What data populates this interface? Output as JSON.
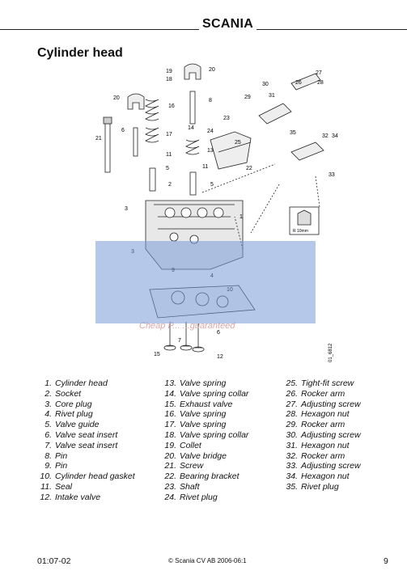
{
  "header": {
    "brand": "SCANIA"
  },
  "page": {
    "title": "Cylinder head"
  },
  "figure": {
    "callouts": [
      "19",
      "18",
      "20",
      "16",
      "8",
      "17",
      "14",
      "24",
      "23",
      "25",
      "13",
      "11",
      "21",
      "6",
      "5",
      "2",
      "3",
      "1",
      "5",
      "3",
      "9",
      "4",
      "10",
      "7",
      "6",
      "15",
      "12",
      "29",
      "31",
      "30",
      "26",
      "27",
      "28",
      "35",
      "32",
      "34",
      "33",
      "22",
      "11",
      "20"
    ],
    "detail_label": "R 10mm",
    "reference": "01_6812",
    "watermark_text": "Cheap P... ...guaranteed"
  },
  "parts_list": {
    "col1": [
      {
        "num": "1.",
        "name": "Cylinder head"
      },
      {
        "num": "2.",
        "name": "Socket"
      },
      {
        "num": "3.",
        "name": "Core plug"
      },
      {
        "num": "4.",
        "name": "Rivet plug"
      },
      {
        "num": "5.",
        "name": "Valve guide"
      },
      {
        "num": "6.",
        "name": "Valve seat insert"
      },
      {
        "num": "7.",
        "name": "Valve seat insert"
      },
      {
        "num": "8.",
        "name": "Pin"
      },
      {
        "num": "9.",
        "name": "Pin"
      },
      {
        "num": "10.",
        "name": "Cylinder head gasket"
      },
      {
        "num": "11.",
        "name": "Seal"
      },
      {
        "num": "12.",
        "name": "Intake valve"
      }
    ],
    "col2": [
      {
        "num": "13.",
        "name": "Valve spring"
      },
      {
        "num": "14.",
        "name": "Valve spring collar"
      },
      {
        "num": "15.",
        "name": "Exhaust valve"
      },
      {
        "num": "16.",
        "name": "Valve spring"
      },
      {
        "num": "17.",
        "name": "Valve spring"
      },
      {
        "num": "18.",
        "name": "Valve spring collar"
      },
      {
        "num": "19.",
        "name": "Collet"
      },
      {
        "num": "20.",
        "name": "Valve bridge"
      },
      {
        "num": "21.",
        "name": "Screw"
      },
      {
        "num": "22.",
        "name": "Bearing bracket"
      },
      {
        "num": "23.",
        "name": "Shaft"
      },
      {
        "num": "24.",
        "name": "Rivet plug"
      }
    ],
    "col3": [
      {
        "num": "25.",
        "name": "Tight-fit screw"
      },
      {
        "num": "26.",
        "name": "Rocker arm"
      },
      {
        "num": "27.",
        "name": "Adjusting screw"
      },
      {
        "num": "28.",
        "name": "Hexagon nut"
      },
      {
        "num": "29.",
        "name": "Rocker arm"
      },
      {
        "num": "30.",
        "name": "Adjusting screw"
      },
      {
        "num": "31.",
        "name": "Hexagon nut"
      },
      {
        "num": "32.",
        "name": "Rocker arm"
      },
      {
        "num": "33.",
        "name": "Adjusting screw"
      },
      {
        "num": "34.",
        "name": "Hexagon nut"
      },
      {
        "num": "35.",
        "name": "Rivet plug"
      }
    ]
  },
  "footer": {
    "section": "01:07-02",
    "copyright": "© Scania CV AB 2006-06:1",
    "page_number": "9"
  }
}
